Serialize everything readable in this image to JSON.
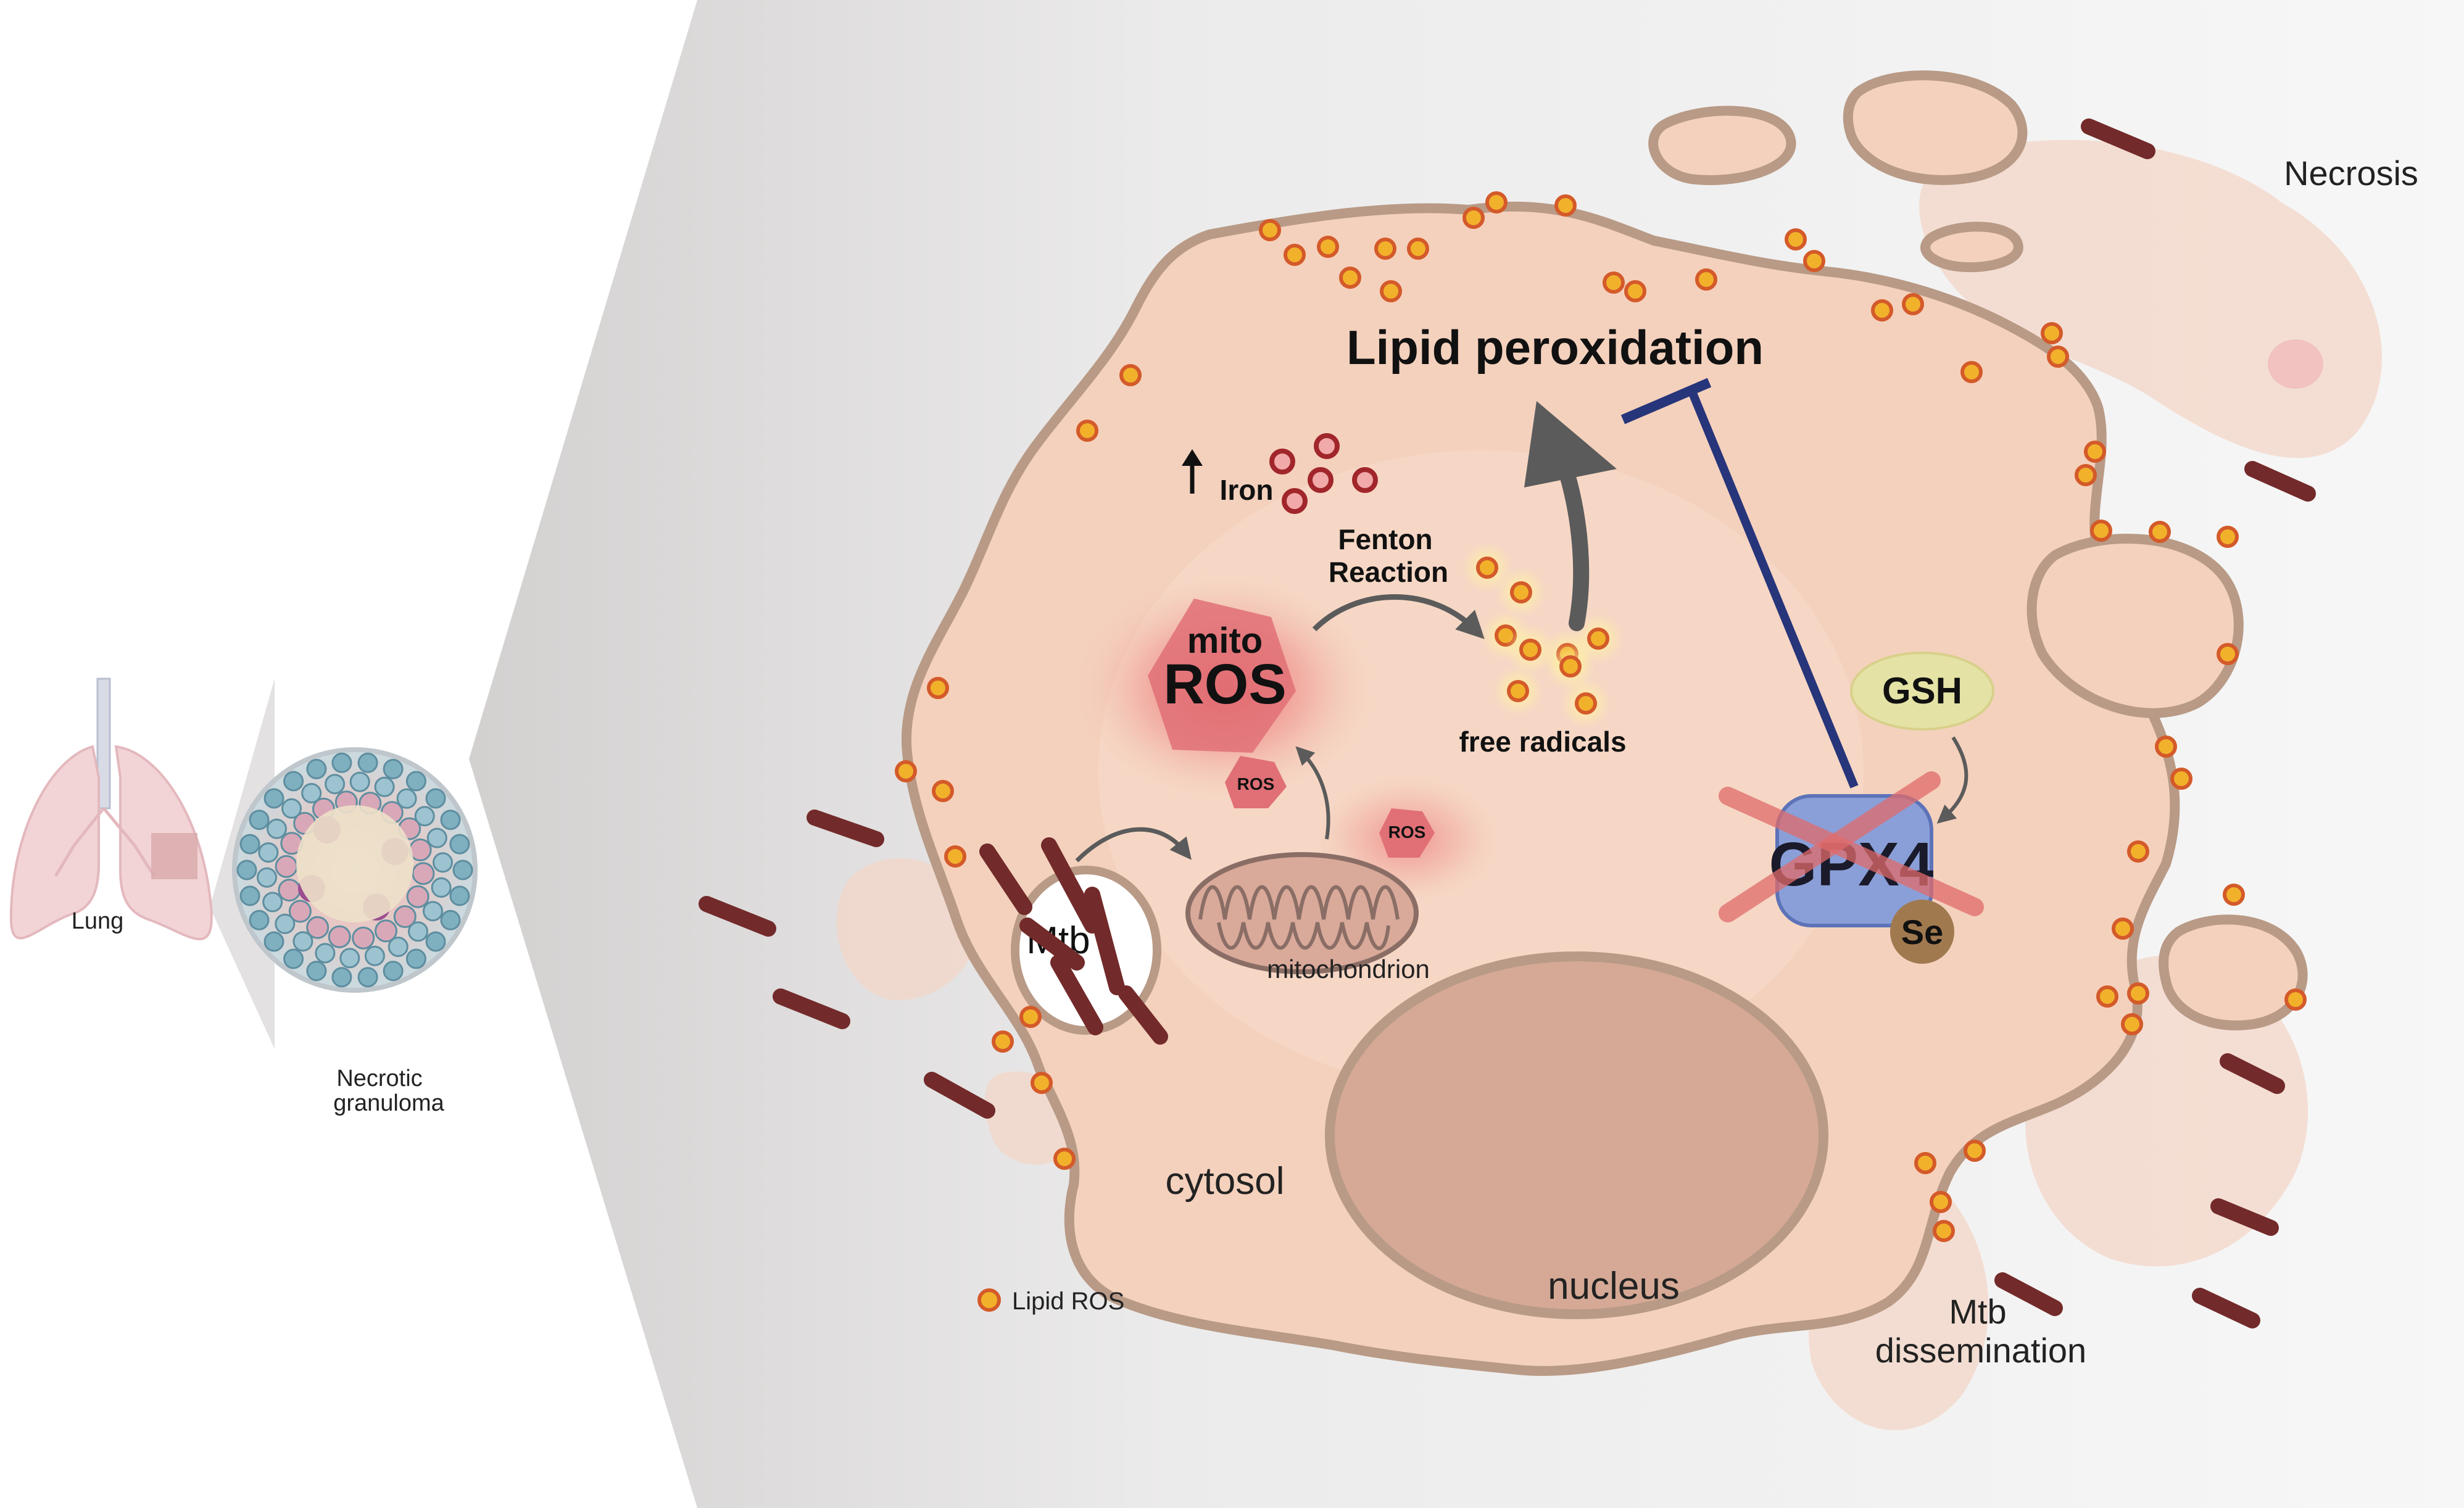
{
  "labels": {
    "lung": "Lung",
    "granuloma_line1": "Necrotic",
    "granuloma_line2": "granuloma",
    "necrosis": "Necrosis",
    "lipid_peroxidation": "Lipid peroxidation",
    "iron": "Iron",
    "fenton_line1": "Fenton",
    "fenton_line2": "Reaction",
    "mito": "mito",
    "ros_big": "ROS",
    "ros_small_1": "ROS",
    "ros_small_2": "ROS",
    "free_radicals": "free radicals",
    "mtb": "Mtb",
    "mitochondrion": "mitochondrion",
    "gsh": "GSH",
    "gpx4": "GPX4",
    "se": "Se",
    "cytosol": "cytosol",
    "nucleus": "nucleus",
    "dissemination_line1": "Mtb",
    "dissemination_line2": "dissemination",
    "legend_lipid_ros": "Lipid ROS"
  },
  "colors": {
    "cell_fill": "#f4d1bd",
    "cell_membrane": "#b89a86",
    "bacteria": "#732a2a",
    "lipid_ros_fill": "#f2b12b",
    "lipid_ros_stroke": "#d45a2a",
    "ros_glow": "#e84a55",
    "gpx4_fill": "#8a9fd8",
    "gsh_fill": "#e4e3a5",
    "inhibition_line": "#27357a",
    "arrow_gray": "#5b5b5b"
  }
}
